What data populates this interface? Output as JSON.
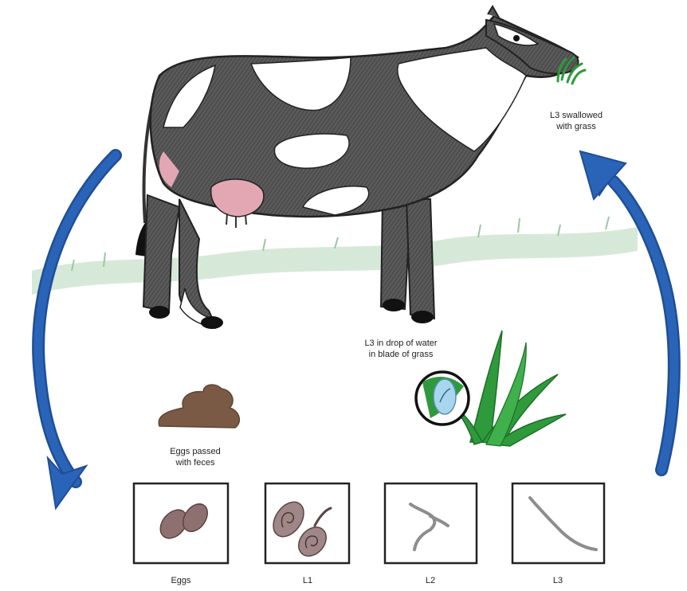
{
  "labels": {
    "l3_swallowed": [
      "L3 swallowed",
      "with grass"
    ],
    "l3_in_drop": [
      "L3 in drop of water",
      "in blade of grass"
    ],
    "eggs_passed": [
      "Eggs passed",
      "with feces"
    ]
  },
  "stages": [
    {
      "label": "Eggs",
      "icon": "eggs-icon"
    },
    {
      "label": "L1",
      "icon": "l1-larva-icon"
    },
    {
      "label": "L2",
      "icon": "l2-larva-icon"
    },
    {
      "label": "L3",
      "icon": "l3-larva-icon"
    }
  ],
  "colors": {
    "arrow": "#2a64b8",
    "cow_body": "#4a4a4a",
    "cow_patch": "#ffffff",
    "udder": "#e3a7b4",
    "grass_bg": "#b9d8be",
    "grass_blade": "#2e9a3c",
    "feces": "#7a5a45",
    "egg": "#8e7070",
    "water_drop": "#a9d6ef"
  }
}
